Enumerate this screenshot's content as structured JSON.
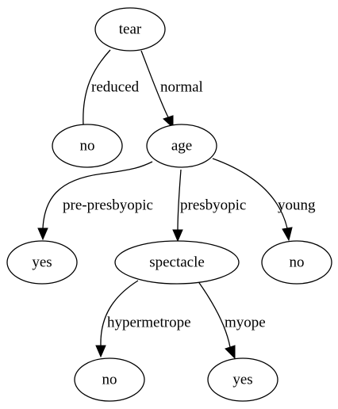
{
  "tree": {
    "nodes": {
      "tear": "tear",
      "no_reduced": "no",
      "age": "age",
      "yes_pre": "yes",
      "spectacle": "spectacle",
      "no_young": "no",
      "no_hyper": "no",
      "yes_myope": "yes"
    },
    "edges": {
      "reduced": "reduced",
      "normal": "normal",
      "pre_presbyopic": "pre-presbyopic",
      "presbyopic": "presbyopic",
      "young": "young",
      "hypermetrope": "hypermetrope",
      "myope": "myope"
    }
  }
}
